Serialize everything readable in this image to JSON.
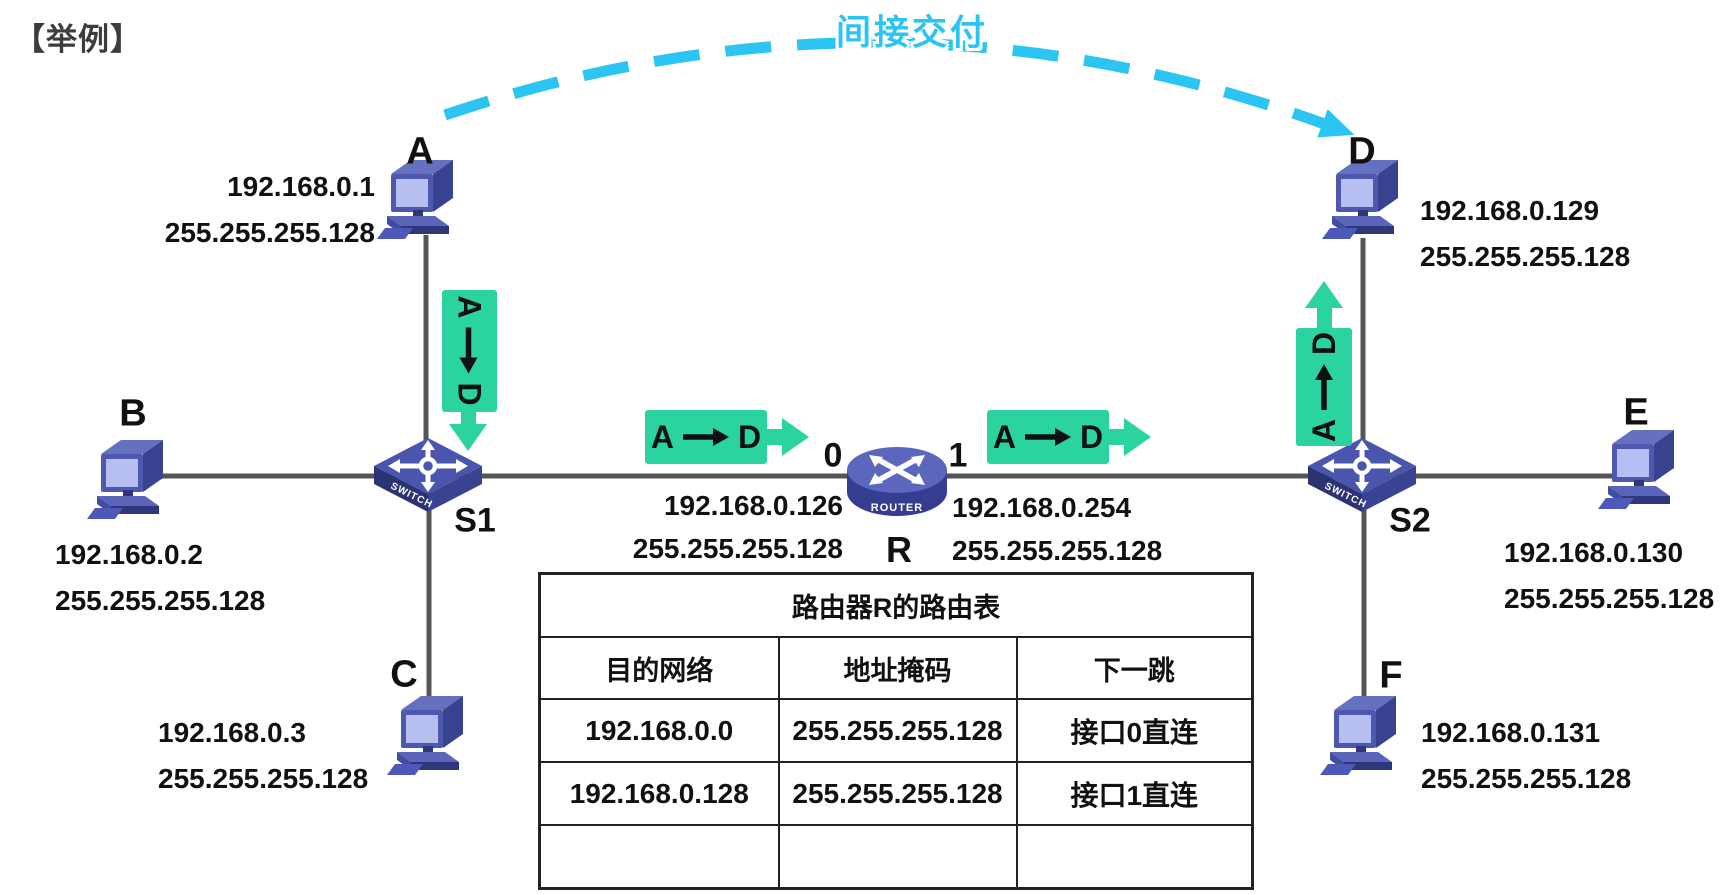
{
  "page": {
    "title": "【举例】"
  },
  "arc": {
    "label": "间接交付"
  },
  "flow": {
    "src": "A",
    "dst": "D"
  },
  "hosts": {
    "A": {
      "label": "A",
      "ip": "192.168.0.1",
      "mask": "255.255.255.128"
    },
    "B": {
      "label": "B",
      "ip": "192.168.0.2",
      "mask": "255.255.255.128"
    },
    "C": {
      "label": "C",
      "ip": "192.168.0.3",
      "mask": "255.255.255.128"
    },
    "D": {
      "label": "D",
      "ip": "192.168.0.129",
      "mask": "255.255.255.128"
    },
    "E": {
      "label": "E",
      "ip": "192.168.0.130",
      "mask": "255.255.255.128"
    },
    "F": {
      "label": "F",
      "ip": "192.168.0.131",
      "mask": "255.255.255.128"
    }
  },
  "devices": {
    "s1": {
      "label": "S1",
      "type_text": "SWITCH"
    },
    "s2": {
      "label": "S2",
      "type_text": "SWITCH"
    },
    "router": {
      "label": "R",
      "type_text": "ROUTER",
      "port0": "0",
      "port1": "1",
      "port0_ip": "192.168.0.126",
      "port0_mask": "255.255.255.128",
      "port1_ip": "192.168.0.254",
      "port1_mask": "255.255.255.128"
    }
  },
  "routing_table": {
    "title": "路由器R的路由表",
    "headers": [
      "目的网络",
      "地址掩码",
      "下一跳"
    ],
    "rows": [
      [
        "192.168.0.0",
        "255.255.255.128",
        "接口0直连"
      ],
      [
        "192.168.0.128",
        "255.255.255.128",
        "接口1直连"
      ],
      [
        "",
        "",
        ""
      ]
    ]
  },
  "colors": {
    "badge_green": "#2bd3a0",
    "arc_cyan": "#2bc4f3",
    "device_indigo": "#4d58ae",
    "line_gray": "#555555"
  }
}
